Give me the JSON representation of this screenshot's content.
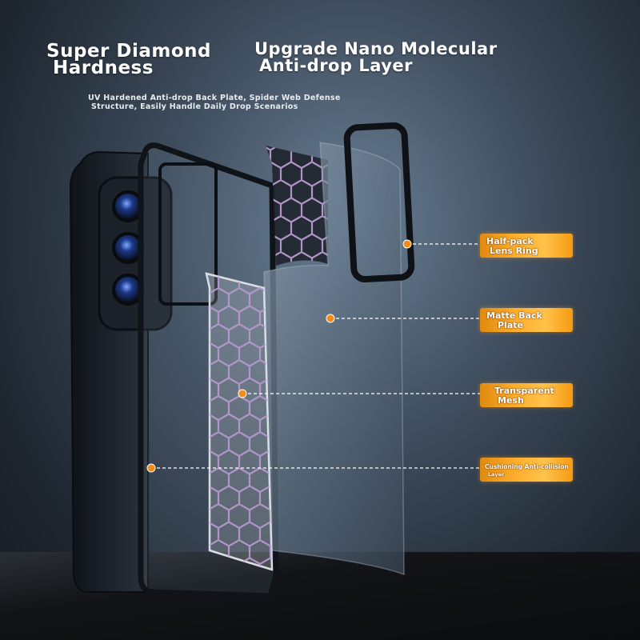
{
  "headline_left": {
    "line1": "Super Diamond",
    "line2": "Hardness"
  },
  "headline_right": {
    "line1": "Upgrade Nano Molecular",
    "line2": "Anti-drop Layer"
  },
  "subtext": {
    "line1": "UV Hardened Anti-drop Back Plate, Spider Web Defense",
    "line2": "Structure, Easily Handle Daily Drop Scenarios"
  },
  "callouts": [
    {
      "line1": "Half-pack",
      "line2": "Lens Ring"
    },
    {
      "line1": "Matte Back",
      "line2": "Plate"
    },
    {
      "line1": "Transparent",
      "line2": "Mesh"
    },
    {
      "line1": "Cushioning Anti-collision",
      "line2": "Layer"
    }
  ],
  "colors": {
    "accent_orange": "#f28c18",
    "callout_gradient": "#ffb02e",
    "leader_line": "#ffffff",
    "mesh_hex": "#b99ad0"
  }
}
